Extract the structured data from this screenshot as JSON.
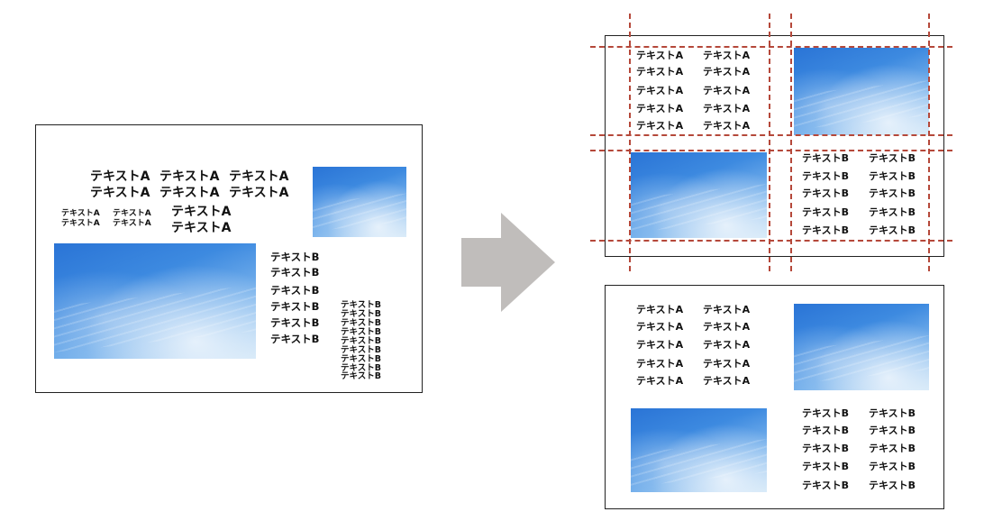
{
  "labels": {
    "text_a": "テキストA",
    "text_b": "テキストB"
  },
  "colors": {
    "guide_line": "#b5483a",
    "arrow": "#c0bdbb",
    "border": "#222222"
  },
  "icons": {
    "arrow": "right-arrow-icon",
    "images": "sky-image"
  },
  "panels": {
    "before": "cluttered-layout",
    "grid": "layout-with-grid-guides",
    "after": "aligned-layout"
  }
}
